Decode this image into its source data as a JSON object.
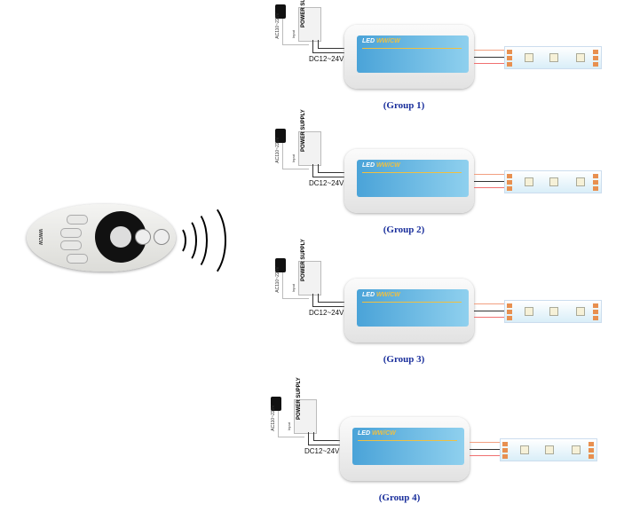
{
  "remote": {
    "brand": "WWCW"
  },
  "groups": [
    {
      "label": "(Group 1)"
    },
    {
      "label": "(Group 2)"
    },
    {
      "label": "(Group 3)"
    },
    {
      "label": "(Group 4)"
    }
  ],
  "power_supply": {
    "title": "POWER SUPPLY",
    "input": "AC110~220V",
    "input_label": "Input"
  },
  "controller": {
    "brand": "LED",
    "model": "WW/CW"
  },
  "output_voltage": "DC12~24V"
}
